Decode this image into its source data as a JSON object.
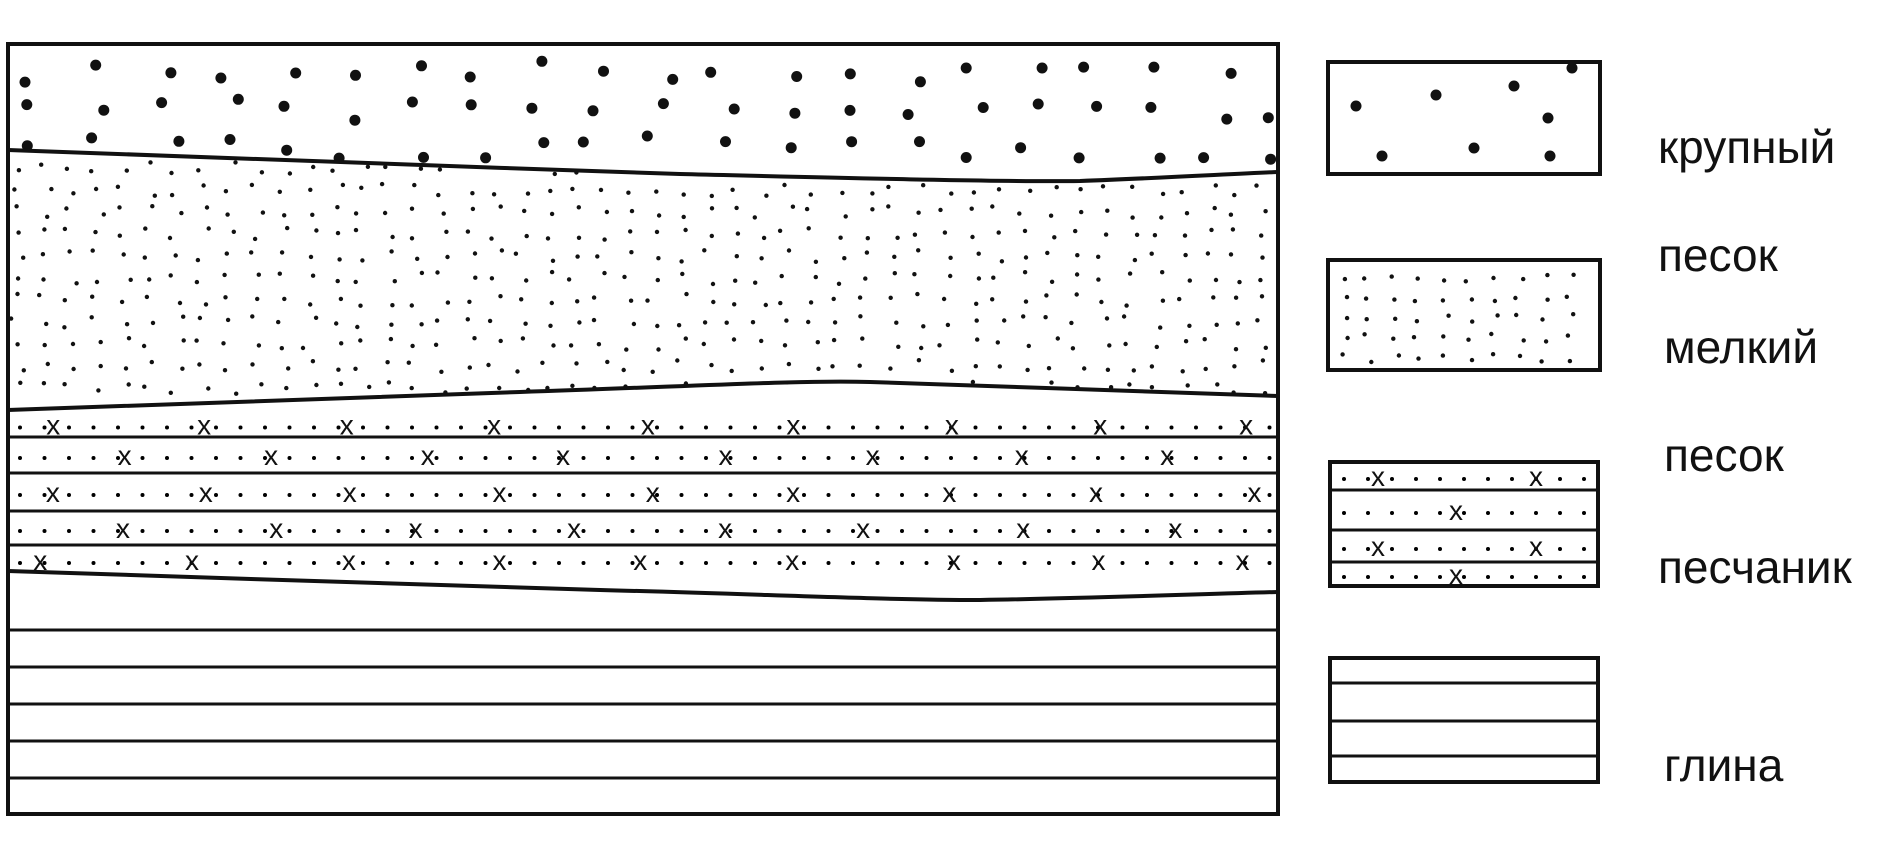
{
  "diagram": {
    "layers_top_to_bottom": [
      "coarse_sand",
      "fine_sand",
      "sandstone",
      "clay"
    ]
  },
  "legend": [
    {
      "key": "coarse_sand",
      "lines": [
        "крупный",
        "песок"
      ]
    },
    {
      "key": "fine_sand",
      "lines": [
        "мелкий",
        "песок"
      ]
    },
    {
      "key": "sandstone",
      "lines": [
        "песчаник"
      ]
    },
    {
      "key": "clay",
      "lines": [
        "глина"
      ]
    }
  ],
  "colors": {
    "ink": "#111111",
    "background": "#ffffff"
  }
}
